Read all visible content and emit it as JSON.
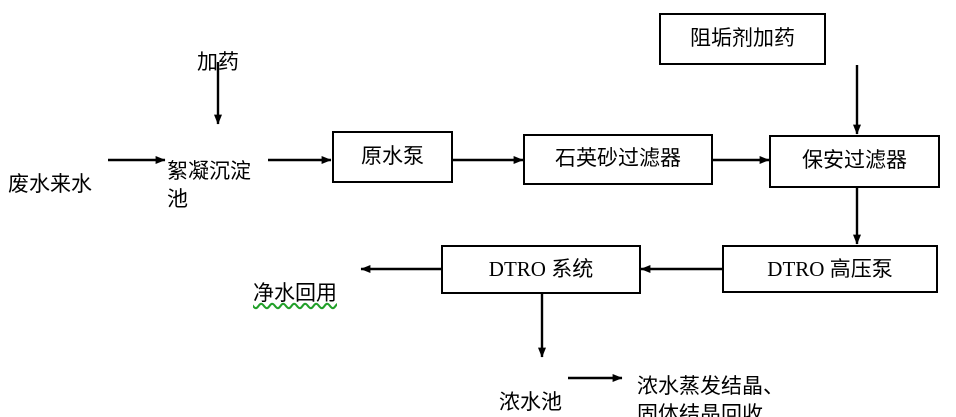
{
  "diagram": {
    "title_text_present": false,
    "stroke_color": "#000000",
    "fill_color": "#ffffff",
    "spellcheck_underline_color": "#22a02a",
    "nodes": [
      {
        "id": "influent",
        "label": "废水来水",
        "shape": "text"
      },
      {
        "id": "dosing",
        "label": "加药",
        "shape": "text"
      },
      {
        "id": "coag_sed",
        "label": "絮凝沉淀\n池",
        "shape": "text"
      },
      {
        "id": "raw_pump",
        "label": "原水泵",
        "shape": "box"
      },
      {
        "id": "sand_filter",
        "label": "石英砂过滤器",
        "shape": "box"
      },
      {
        "id": "antiscalant",
        "label": "阻垢剂加药",
        "shape": "box"
      },
      {
        "id": "cartridge",
        "label": "保安过滤器",
        "shape": "box"
      },
      {
        "id": "hp_pump",
        "label": "DTRO 高压泵",
        "shape": "box"
      },
      {
        "id": "dtro_system",
        "label": "DTRO 系统",
        "shape": "box"
      },
      {
        "id": "clean_reuse",
        "label": "净水回用",
        "shape": "text"
      },
      {
        "id": "brine_pond",
        "label": "浓水池",
        "shape": "text"
      },
      {
        "id": "crystallization",
        "label": "浓水蒸发结晶、\n固体结晶回收",
        "shape": "text"
      }
    ],
    "edges": [
      {
        "from": "influent",
        "to": "coag_sed",
        "direction": "right"
      },
      {
        "from": "dosing",
        "to": "coag_sed",
        "direction": "down"
      },
      {
        "from": "coag_sed",
        "to": "raw_pump",
        "direction": "right"
      },
      {
        "from": "raw_pump",
        "to": "sand_filter",
        "direction": "right"
      },
      {
        "from": "sand_filter",
        "to": "cartridge",
        "direction": "right"
      },
      {
        "from": "antiscalant",
        "to": "cartridge",
        "direction": "down"
      },
      {
        "from": "cartridge",
        "to": "hp_pump",
        "direction": "down"
      },
      {
        "from": "hp_pump",
        "to": "dtro_system",
        "direction": "left"
      },
      {
        "from": "dtro_system",
        "to": "clean_reuse",
        "direction": "left"
      },
      {
        "from": "dtro_system",
        "to": "brine_pond",
        "direction": "down"
      },
      {
        "from": "brine_pond",
        "to": "crystallization",
        "direction": "right"
      }
    ]
  }
}
